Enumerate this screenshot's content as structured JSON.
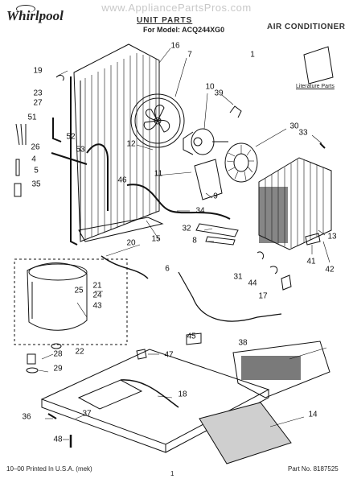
{
  "header": {
    "watermark": "www.AppliancePartsPros.com",
    "brand": "Whirlpool",
    "title": "UNIT PARTS",
    "model": "For Model: ACQ244XG0",
    "category": "AIR CONDITIONER"
  },
  "literature_label": "Literature Parts",
  "callouts": [
    "1",
    "16",
    "7",
    "19",
    "23",
    "27",
    "51",
    "26",
    "4",
    "5",
    "35",
    "52",
    "53",
    "10",
    "39",
    "30",
    "12",
    "33",
    "11",
    "46",
    "9",
    "34",
    "32",
    "8",
    "13",
    "41",
    "42",
    "15",
    "20",
    "6",
    "31",
    "44",
    "17",
    "21",
    "25",
    "24",
    "43",
    "22",
    "45",
    "38",
    "28",
    "29",
    "47",
    "18",
    "14",
    "36",
    "37",
    "48"
  ],
  "footer": {
    "left": "10–00 Printed In U.S.A. (mek)",
    "page": "1",
    "part_number": "Part No. 8187525"
  },
  "colors": {
    "ink": "#111111",
    "watermark": "#c8c8c8",
    "filter": "#cfcfcf"
  }
}
